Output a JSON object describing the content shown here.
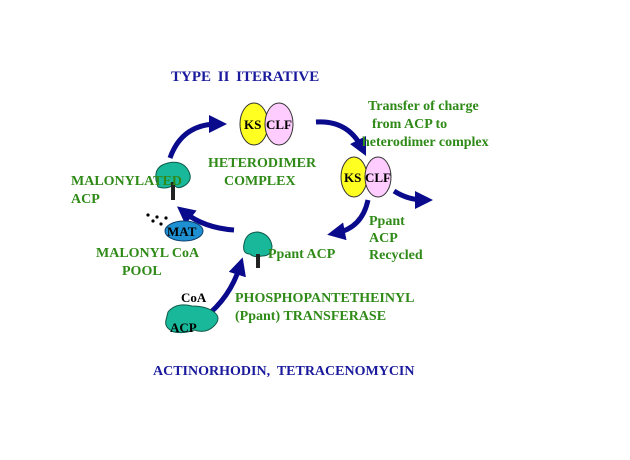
{
  "title": "TYPE II ITERATIVE",
  "colors": {
    "title": "#1a1a9c",
    "green_text": "#2f8a18",
    "arrow": "#0a0a8c",
    "ks": "#ffff22",
    "clf": "#ffccff",
    "acp": "#1ab89a",
    "mat": "#1e8fd0"
  },
  "complex_top": {
    "ks_label": "KS",
    "clf_label": "CLF",
    "caption_line1": "HETERODIMER",
    "caption_line2": "COMPLEX"
  },
  "complex_right": {
    "ks_label": "KS",
    "clf_label": "CLF"
  },
  "transfer_note": {
    "line1": "Transfer of charge",
    "line2": "from ACP to",
    "line3": "heterodimer complex"
  },
  "malonylated_acp": {
    "line1": "MALONYLATED",
    "line2": "ACP"
  },
  "mat": {
    "label": "MAT"
  },
  "malonyl_coa_pool": {
    "line1": "MALONYL CoA",
    "line2": "POOL"
  },
  "ppant_acp": {
    "label": "Ppant ACP"
  },
  "ppant_recycled": {
    "line1": "Ppant",
    "line2": "ACP",
    "line3": "Recycled"
  },
  "coa": {
    "label": "CoA"
  },
  "transferase": {
    "line1": "PHOSPHOPANTETHEINYL",
    "line2": "(Ppant) TRANSFERASE"
  },
  "acp_start": {
    "label": "ACP"
  },
  "products": {
    "label": "ACTINORHODIN,  TETRACENOMYCIN"
  }
}
